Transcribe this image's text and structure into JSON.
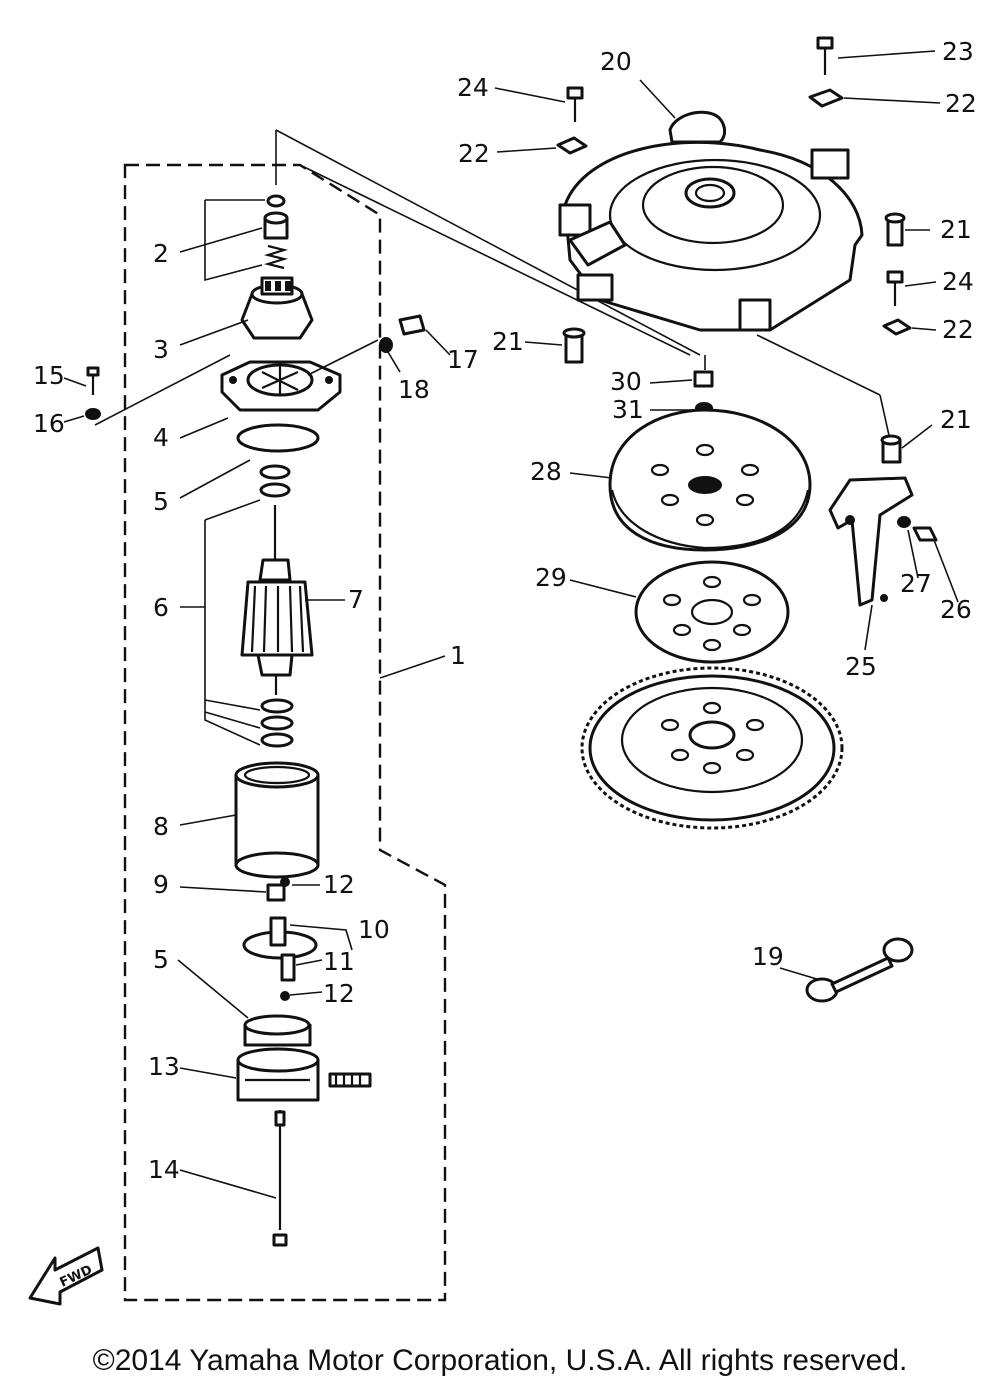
{
  "parts": [
    {
      "n": "1"
    },
    {
      "n": "2"
    },
    {
      "n": "3"
    },
    {
      "n": "4"
    },
    {
      "n": "5"
    },
    {
      "n": "5"
    },
    {
      "n": "6"
    },
    {
      "n": "7"
    },
    {
      "n": "8"
    },
    {
      "n": "9"
    },
    {
      "n": "10"
    },
    {
      "n": "11"
    },
    {
      "n": "12"
    },
    {
      "n": "12"
    },
    {
      "n": "13"
    },
    {
      "n": "14"
    },
    {
      "n": "15"
    },
    {
      "n": "16"
    },
    {
      "n": "17"
    },
    {
      "n": "18"
    },
    {
      "n": "19"
    },
    {
      "n": "20"
    },
    {
      "n": "21"
    },
    {
      "n": "21"
    },
    {
      "n": "21"
    },
    {
      "n": "22"
    },
    {
      "n": "22"
    },
    {
      "n": "22"
    },
    {
      "n": "23"
    },
    {
      "n": "24"
    },
    {
      "n": "24"
    },
    {
      "n": "25"
    },
    {
      "n": "26"
    },
    {
      "n": "27"
    },
    {
      "n": "28"
    },
    {
      "n": "29"
    },
    {
      "n": "30"
    },
    {
      "n": "31"
    }
  ],
  "fwd_label": "FWD",
  "copyright": "©2014 Yamaha Motor Corporation, U.S.A. All rights reserved."
}
